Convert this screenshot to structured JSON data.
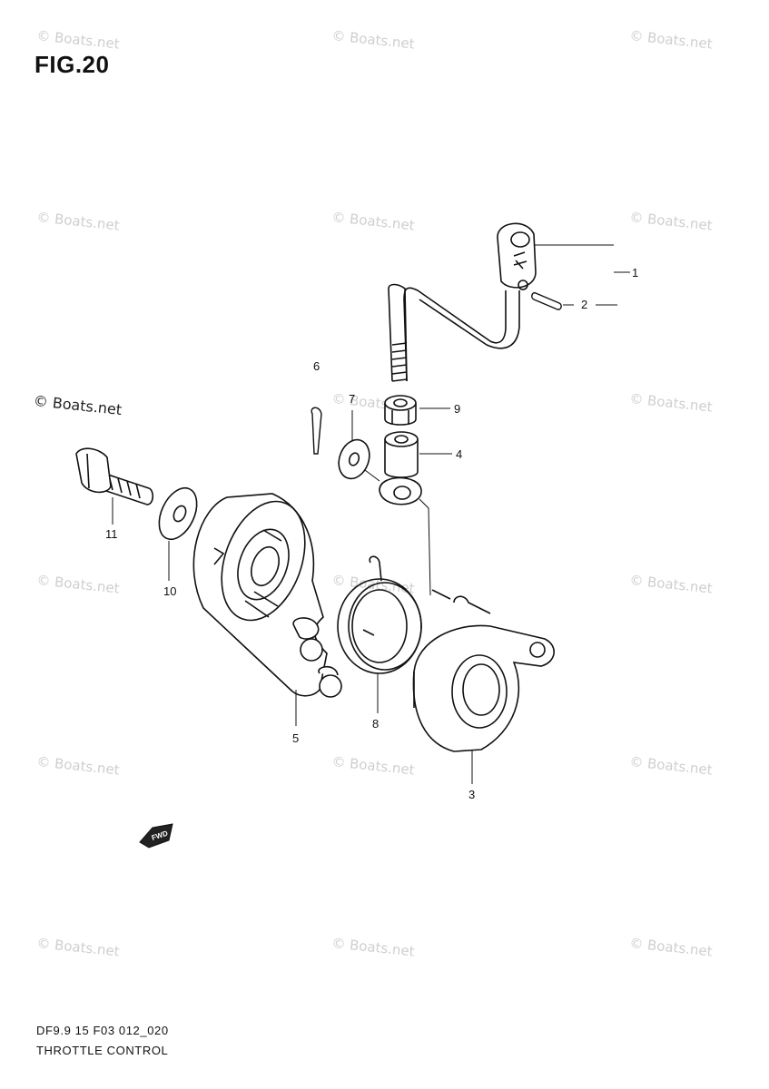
{
  "figure": {
    "title": "FIG.20"
  },
  "footer": {
    "code": "DF9.9 15 F03 012_020",
    "name": "THROTTLE CONTROL"
  },
  "watermark": {
    "text": "© Boats.net"
  },
  "direction_marker": {
    "text": "FWD"
  },
  "callouts": {
    "p1": "1",
    "p2": "2",
    "p3": "3",
    "p4": "4",
    "p5": "5",
    "p6": "6",
    "p7": "7",
    "p8": "8",
    "p9": "9",
    "p10": "10",
    "p11": "11"
  }
}
